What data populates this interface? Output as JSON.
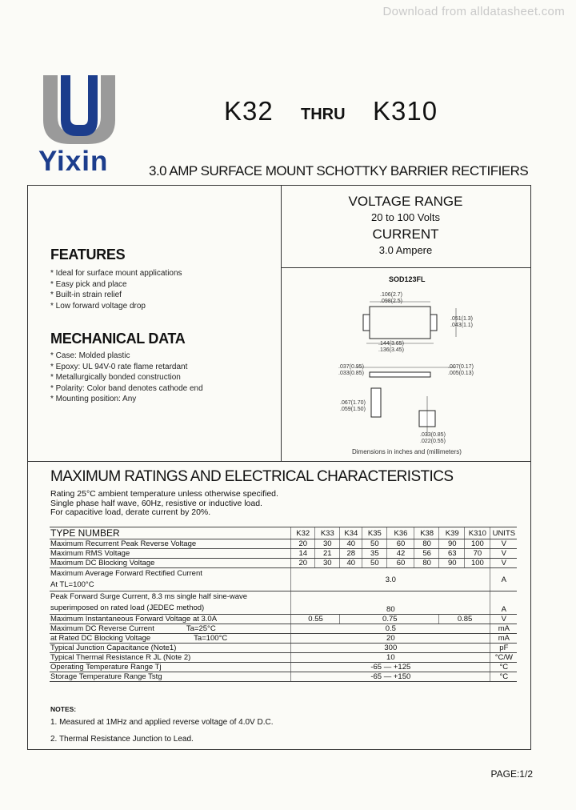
{
  "watermark": "Download from alldatasheet.com",
  "logo": {
    "text": "Yixin",
    "color_primary": "#1c3d8c",
    "color_secondary": "#9a9a9a"
  },
  "header": {
    "part_start": "K32",
    "thru": "THRU",
    "part_end": "K310",
    "subtitle": "3.0 AMP SURFACE MOUNT SCHOTTKY BARRIER RECTIFIERS"
  },
  "specs": {
    "voltage_range_label": "VOLTAGE RANGE",
    "voltage_range_value": "20 to 100 Volts",
    "current_label": "CURRENT",
    "current_value": "3.0 Ampere"
  },
  "package": {
    "name": "SOD123FL",
    "dims": [
      ".106(2.7)",
      ".098(2.5)",
      ".051(1.3)",
      ".043(1.1)",
      ".144(3.65)",
      ".136(3.45)",
      ".037(0.95)",
      ".033(0.85)",
      ".007(0.17)",
      ".005(0.13)",
      ".067(1.70)",
      ".059(1.50)",
      ".033(0.85)",
      ".022(0.55)"
    ],
    "caption": "Dimensions in inches and (millimeters)"
  },
  "features": {
    "heading": "FEATURES",
    "items": [
      "* Ideal for surface mount applications",
      "* Easy pick and place",
      "* Built-in strain relief",
      "* Low forward voltage drop"
    ]
  },
  "mechanical": {
    "heading": "MECHANICAL DATA",
    "items": [
      "* Case: Molded plastic",
      "* Epoxy: UL 94V-0 rate flame retardant",
      "* Metallurgically bonded construction",
      "* Polarity: Color band denotes cathode end",
      "* Mounting position: Any"
    ]
  },
  "ratings": {
    "heading": "MAXIMUM RATINGS AND ELECTRICAL CHARACTERISTICS",
    "note_lines": [
      "Rating 25°C ambient temperature unless otherwise specified.",
      "Single phase half wave, 60Hz, resistive or inductive load.",
      "For capacitive load, derate current by 20%."
    ],
    "columns": [
      "TYPE NUMBER",
      "K32",
      "K33",
      "K34",
      "K35",
      "K36",
      "K38",
      "K39",
      "K310",
      "UNITS"
    ],
    "rows_per_part": [
      {
        "label": "Maximum Recurrent Peak Reverse Voltage",
        "values": [
          "20",
          "30",
          "40",
          "50",
          "60",
          "80",
          "90",
          "100"
        ],
        "unit": "V"
      },
      {
        "label": "Maximum RMS Voltage",
        "values": [
          "14",
          "21",
          "28",
          "35",
          "42",
          "56",
          "63",
          "70"
        ],
        "unit": "V"
      },
      {
        "label": "Maximum DC Blocking Voltage",
        "values": [
          "20",
          "30",
          "40",
          "50",
          "60",
          "80",
          "90",
          "100"
        ],
        "unit": "V"
      }
    ],
    "avg_current": {
      "label1": "Maximum Average Forward Rectified Current",
      "label2": "At TL=100°C",
      "value": "3.0",
      "unit": "A"
    },
    "surge": {
      "label1": "Peak Forward Surge Current, 8.3 ms single half sine-wave",
      "label2": "superimposed on rated load (JEDEC method)",
      "value": "80",
      "unit": "A"
    },
    "vf": {
      "label": "Maximum Instantaneous Forward Voltage at 3.0A",
      "v1": "0.55",
      "v2": "0.75",
      "v3": "0.85",
      "unit": "V"
    },
    "ir": {
      "label1": "Maximum DC Reverse Current",
      "cond1": "Ta=25°C",
      "value1": "0.5",
      "unit1": "mA",
      "label2": "at Rated DC Blocking Voltage",
      "cond2": "Ta=100°C",
      "value2": "20",
      "unit2": "mA"
    },
    "tail_rows": [
      {
        "label": "Typical Junction Capacitance (Note1)",
        "value": "300",
        "unit": "pF"
      },
      {
        "label": "Typical Thermal Resistance R JL (Note 2)",
        "value": "10",
        "unit": "°C/W"
      },
      {
        "label": "Operating Temperature Range Tj",
        "value": "-65 — +125",
        "unit": "°C"
      },
      {
        "label": "Storage Temperature Range Tstg",
        "value": "-65 — +150",
        "unit": "°C"
      }
    ]
  },
  "notes": {
    "label": "NOTES:",
    "items": [
      "1. Measured at 1MHz and applied reverse voltage of 4.0V D.C.",
      "2. Thermal Resistance Junction to Lead."
    ]
  },
  "page": "PAGE:1/2"
}
